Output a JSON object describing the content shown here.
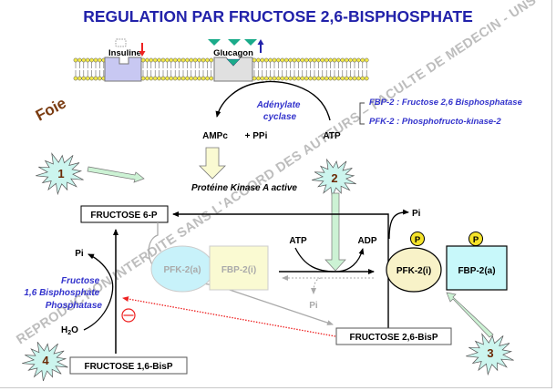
{
  "title": "REGULATION  PAR FRUCTOSE 2,6-BISPHOSPHATE",
  "organ_label": "Foie",
  "membrane": {
    "insulin_receptor_label": "Insuline",
    "insulin_trend": "down",
    "glucagon_receptor_label": "Glucagon",
    "glucagon_trend": "up"
  },
  "legend": {
    "fbp2": "FBP-2 : Fructose 2,6 Bisphosphatase",
    "pfk2": "PFK-2 : Phosphofructo-kinase-2"
  },
  "adenylate": {
    "enzyme_line1": "Adénylate",
    "enzyme_line2": "cyclase",
    "substrate": "ATP",
    "product1": "AMPc",
    "product2": "+ PPi"
  },
  "pka_label": "Protéine Kinase A active",
  "steps": [
    "1",
    "2",
    "3",
    "4"
  ],
  "metabolites": {
    "f6p": "FRUCTOSE 6-P",
    "f26bp": "FRUCTOSE 2,6-BisP",
    "f16bp": "FRUCTOSE 1,6-BisP"
  },
  "phosphorylation": {
    "atp": "ATP",
    "adp": "ADP",
    "pi_faded": "Pi"
  },
  "enzymes": {
    "pfk2_active": "PFK-2(a)",
    "fbp2_inactive": "FBP-2(i)",
    "pfk2_inactive": "PFK-2(i)",
    "fbp2_active": "FBP-2(a)",
    "phospho_badge": "P",
    "pi_release": "Pi"
  },
  "fbpase1": {
    "line1": "Fructose",
    "line2": "1,6 Bisphosphate",
    "line3": "Phosphatase",
    "pi": "Pi",
    "water_h": "H",
    "water_sub": "2",
    "water_o": "O",
    "inhibition_symbol": "⊖"
  },
  "watermark": "REPRODUCTION INTERDITE SANS L'ACCORD DES AUTEURS – FACULTE DE MEDECIN - UNS",
  "colors": {
    "title": "#2222aa",
    "enzyme_text": "#3333cc",
    "organ": "#7a3b10",
    "star_fill": "#ccf5ee",
    "star_num": "#6b2a05",
    "arrow_fill": "#ccf2d4",
    "pka_arrow_fill": "#fafad2",
    "membrane_head": "#f2e94a",
    "insulin_receptor": "#c8c8f2",
    "glucagon_receptor": "#e0e0e0",
    "glucagon_triangle": "#1aab8a",
    "pfk2_oval": "#f8f2c8",
    "fbp2_box": "#c8f8fa",
    "phospho_badge": "#f5e32a",
    "inhibition": "#ee2222"
  }
}
